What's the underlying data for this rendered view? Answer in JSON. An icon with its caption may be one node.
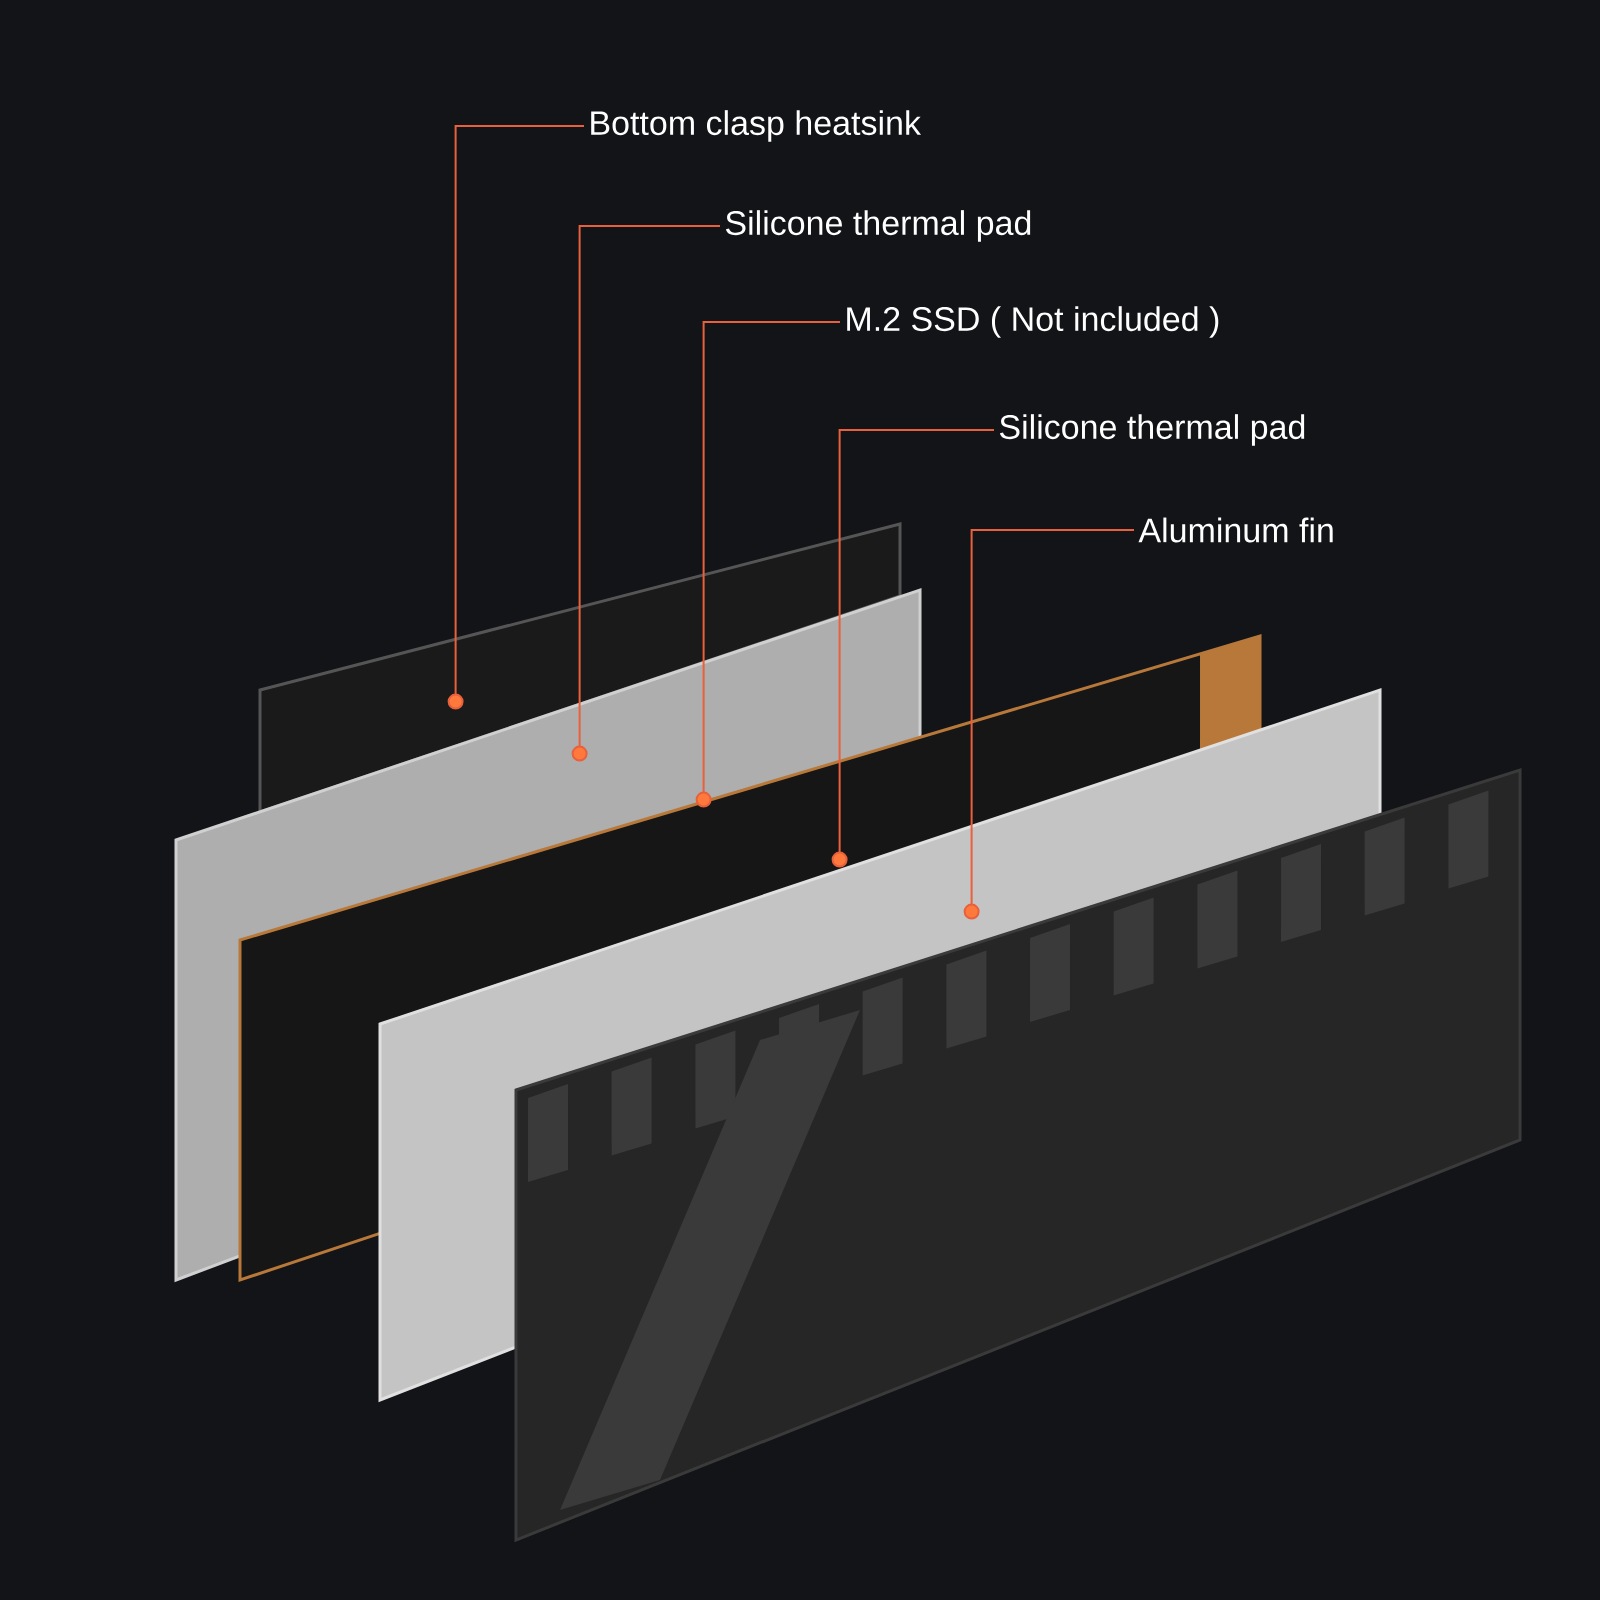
{
  "diagram": {
    "nodes": [
      {
        "text": [
          "Bottom clasp heatsink"
        ]
      },
      {
        "text": [
          "Silicone thermal pad"
        ]
      },
      {
        "text": [
          "M.2 SSD ( Not included )"
        ]
      },
      {
        "text": [
          "Silicone thermal pad"
        ]
      },
      {
        "text": [
          "Aluminum fin"
        ]
      },
      {
        "text": [],
        "shape": "picture"
      },
      {
        "text": [],
        "shape": "picture"
      },
      {
        "text": [],
        "shape": "picture"
      },
      {
        "text": [],
        "shape": "picture"
      },
      {
        "text": [],
        "shape": "picture"
      }
    ],
    "edges": [
      {
        "from": 0,
        "to": 5,
        "arrow": "other"
      },
      {
        "from": 1,
        "to": 6,
        "arrow": "other"
      },
      {
        "from": 2,
        "to": 7,
        "arrow": "other"
      },
      {
        "from": 3,
        "to": 8,
        "arrow": "other"
      },
      {
        "from": 4,
        "to": 9,
        "arrow": "other"
      }
    ]
  }
}
